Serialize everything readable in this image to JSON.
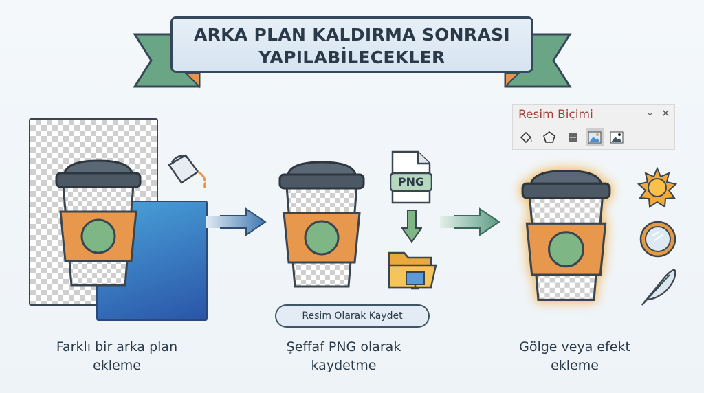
{
  "title": {
    "line1": "ARKA PLAN KALDIRMA SONRASI",
    "line2": "YAPILABİLECEKLER"
  },
  "panels": [
    {
      "caption_line1": "Farklı bir arka plan",
      "caption_line2": "ekleme"
    },
    {
      "caption_line1": "Şeffaf PNG olarak",
      "caption_line2": "kaydetme",
      "file_label": "PNG",
      "button_label": "Resim Olarak Kaydet"
    },
    {
      "caption_line1": "Gölge veya efekt",
      "caption_line2": "ekleme"
    }
  ],
  "format_pane": {
    "title": "Resim Biçimi",
    "icons": [
      "fill-icon",
      "shape-icon",
      "size-icon",
      "picture-icon",
      "picture-alt-icon"
    ],
    "selected": "picture-icon"
  },
  "colors": {
    "lid": "#4c5864",
    "sleeve": "#e8984c",
    "logo": "#7fb686",
    "ribbon": "#5f9e7e",
    "ribbon_fold": "#e9944a",
    "blue": "#2f66b8"
  }
}
